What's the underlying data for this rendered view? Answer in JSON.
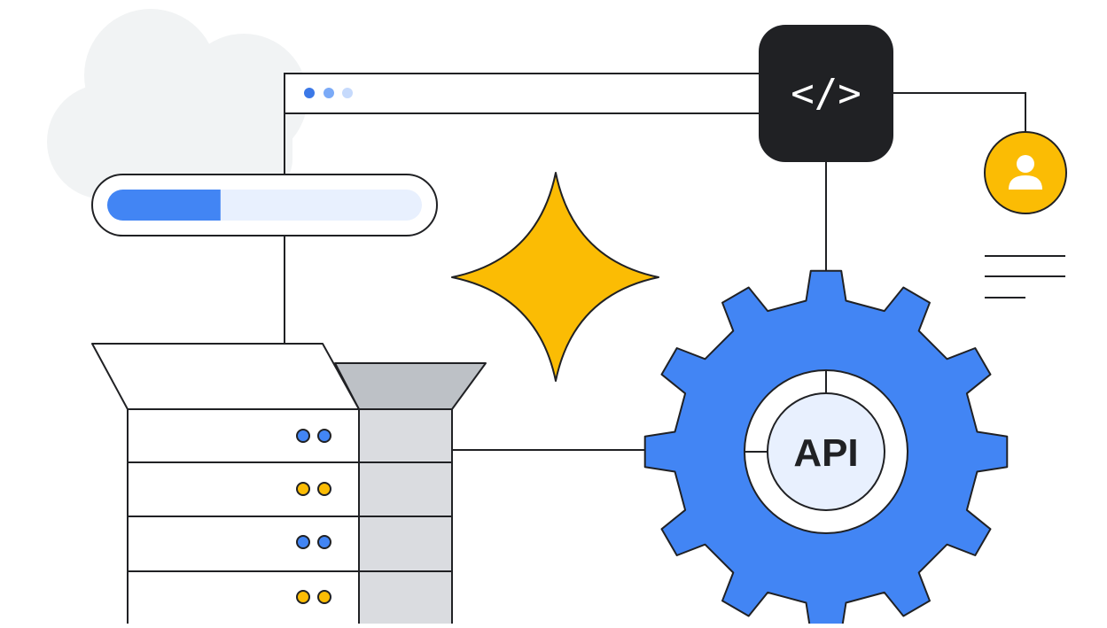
{
  "code_block": {
    "glyph": "</>"
  },
  "api_gear": {
    "label": "API"
  },
  "server": {
    "drawers": [
      {
        "status_lights": [
          "blue",
          "blue"
        ]
      },
      {
        "status_lights": [
          "yellow",
          "yellow"
        ]
      },
      {
        "status_lights": [
          "blue",
          "blue"
        ]
      },
      {
        "status_lights": [
          "yellow",
          "yellow"
        ]
      }
    ]
  },
  "progress_bar": {
    "progress": 0.36
  },
  "browser_window": {
    "dots": [
      "#3b78e7",
      "#7baaf7",
      "#c6dafc"
    ]
  },
  "colors": {
    "blue": "#4285f4",
    "yellow": "#fbbc04",
    "dark": "#202124",
    "cloud": "#f1f3f4",
    "light_blue": "#e8f0fe",
    "gray_light": "#dadce0",
    "gray_mid": "#bdc1c6"
  },
  "icons": [
    "cloud-icon",
    "user-avatar-icon",
    "sparkle-icon",
    "gear-icon",
    "server-icon",
    "code-icon"
  ]
}
